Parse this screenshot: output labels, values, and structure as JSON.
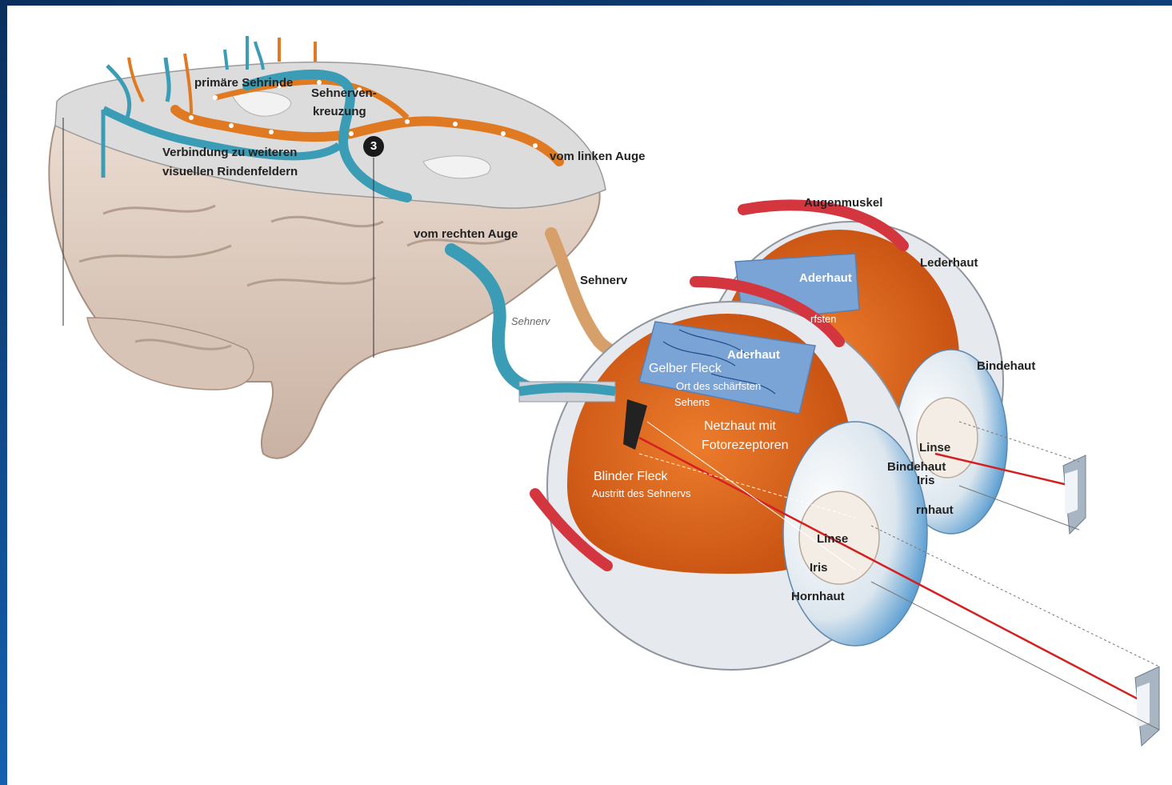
{
  "brain": {
    "primary_cortex": "primäre Sehrinde",
    "chiasm_line1": "Sehnerven-",
    "chiasm_line2": "kreuzung",
    "connection_line1": "Verbindung zu weiteren",
    "connection_line2": "visuellen Rindenfeldern",
    "left_eye": "vom linken Auge",
    "right_eye": "vom rechten Auge",
    "step_number": "3"
  },
  "optic_nerve": {
    "label": "Sehnerv",
    "label_on_nerve": "Sehnerv"
  },
  "eye_back": {
    "eye_muscle": "Augenmuskel",
    "sclera": "Lederhaut",
    "choroid": "Aderhaut",
    "choroid_fragment": "rfsten",
    "conjunctiva": "Bindehaut",
    "lens": "Linse",
    "iris": "Iris",
    "cornea_fragment": "rnhaut"
  },
  "eye_front": {
    "choroid": "Aderhaut",
    "yellow_spot": "Gelber Fleck",
    "yellow_spot_sub1": "Ort des schärfsten",
    "yellow_spot_sub2": "Sehens",
    "retina_line1": "Netzhaut mit",
    "retina_line2": "Fotorezeptoren",
    "blind_spot": "Blinder Fleck",
    "blind_spot_sub": "Austritt des Sehnervs",
    "conjunctiva": "Bindehaut",
    "lens": "Linse",
    "iris": "Iris",
    "cornea": "Hornhaut"
  },
  "colors": {
    "frame": "#0b4a8f",
    "brain": "#e2cfc2",
    "cut_surface": "#dcdcdc",
    "left_pathway": "#e07a22",
    "right_pathway": "#3a9cb5",
    "eye_interior": "#e0651a",
    "choroid_patch": "#7ba4d6",
    "muscle": "#d43640",
    "iris": "#2a8ed0",
    "light_ray": "#d42020"
  }
}
